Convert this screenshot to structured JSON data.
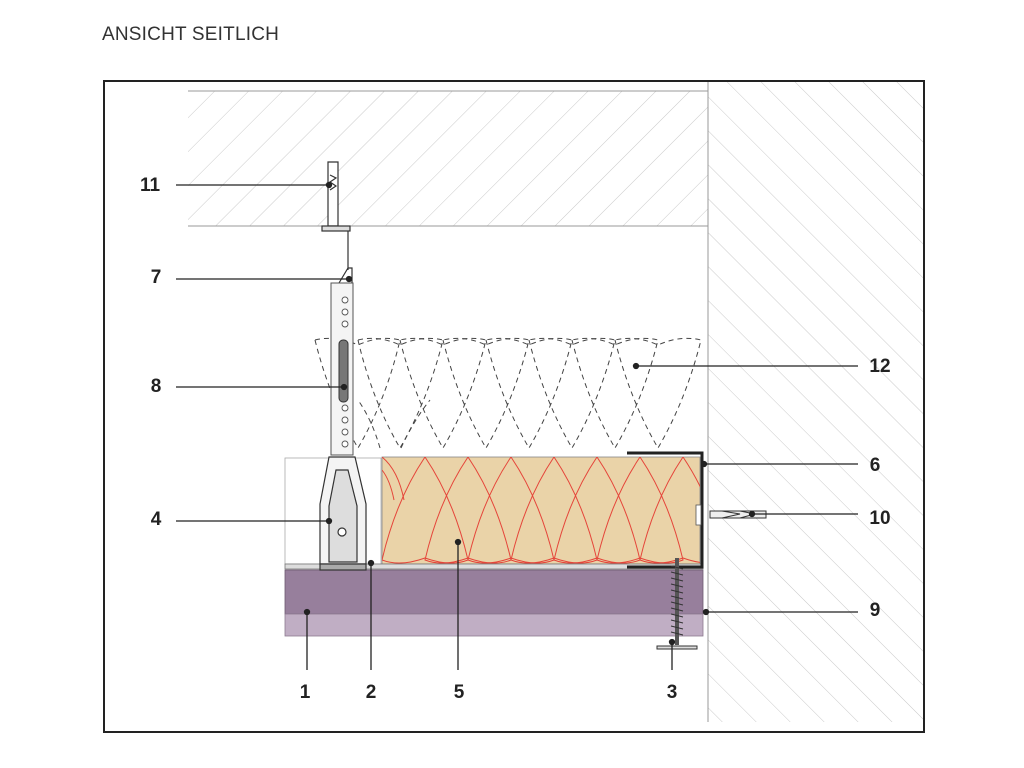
{
  "title": "ANSICHT SEITLICH",
  "colors": {
    "frame": "#222222",
    "concrete_hatch": "#bbbbbb",
    "insulation_fill": "#ead3a8",
    "insulation_curve": "#e5453a",
    "board_dark": "#977f9c",
    "board_light": "#c0aec4",
    "line": "#222222"
  },
  "callouts": [
    {
      "id": "11",
      "label": "11"
    },
    {
      "id": "7",
      "label": "7"
    },
    {
      "id": "8",
      "label": "8"
    },
    {
      "id": "4",
      "label": "4"
    },
    {
      "id": "12",
      "label": "12"
    },
    {
      "id": "6",
      "label": "6"
    },
    {
      "id": "10",
      "label": "10"
    },
    {
      "id": "9",
      "label": "9"
    },
    {
      "id": "1",
      "label": "1"
    },
    {
      "id": "2",
      "label": "2"
    },
    {
      "id": "5",
      "label": "5"
    },
    {
      "id": "3",
      "label": "3"
    }
  ]
}
